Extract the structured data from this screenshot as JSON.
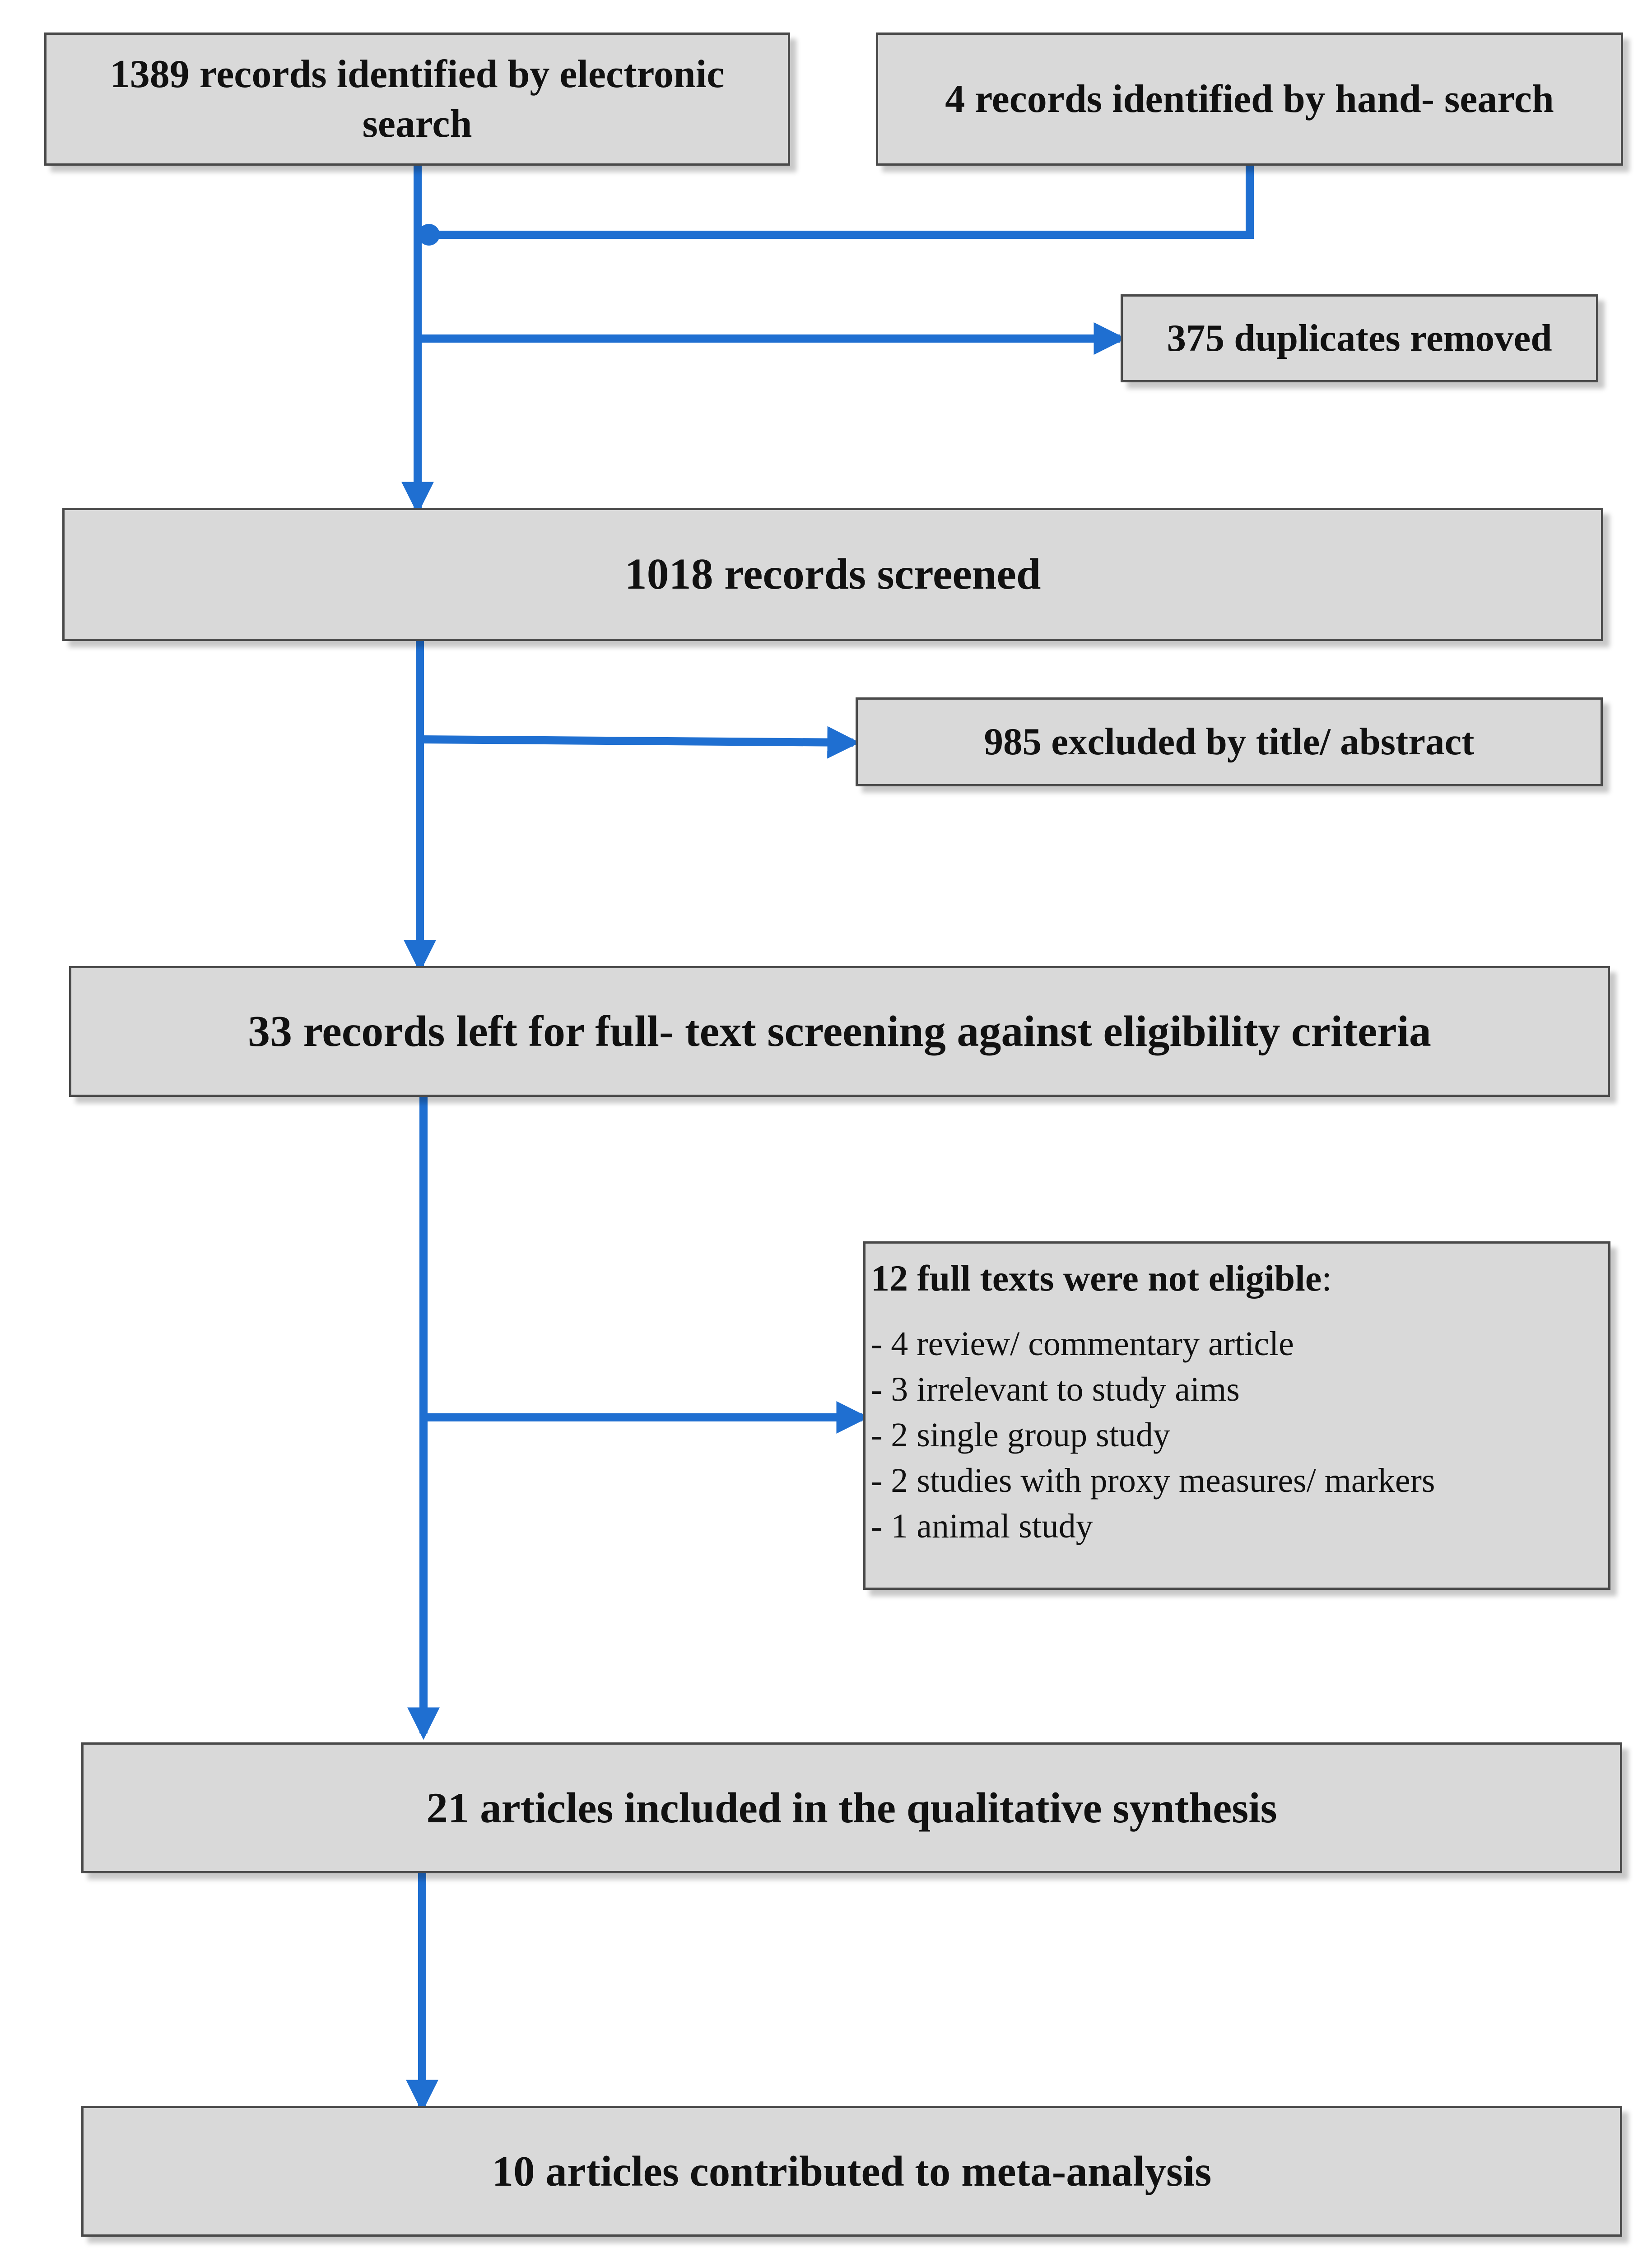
{
  "diagram": {
    "identification": {
      "electronic_search": "1389 records identified by electronic search",
      "hand_search": "4 records identified by hand- search"
    },
    "duplicates_removed": "375 duplicates removed",
    "screened": "1018 records screened",
    "excluded_title_abstract": "985 excluded by title/ abstract",
    "full_text_screening": "33 records left for full- text screening against eligibility criteria",
    "not_eligible": {
      "heading": "12 full texts were not eligible",
      "heading_suffix": ":",
      "reasons": [
        "- 4 review/ commentary article",
        "- 3 irrelevant to study aims",
        "- 2 single group study",
        "- 2 studies with proxy measures/ markers",
        "- 1 animal study"
      ]
    },
    "qualitative_synthesis": "21 articles included in the qualitative synthesis",
    "meta_analysis": "10 articles contributed to meta-analysis"
  },
  "colors": {
    "connector": "#1f6fd1",
    "box_fill": "#d9d9d9",
    "box_border": "#4a4a4a"
  }
}
